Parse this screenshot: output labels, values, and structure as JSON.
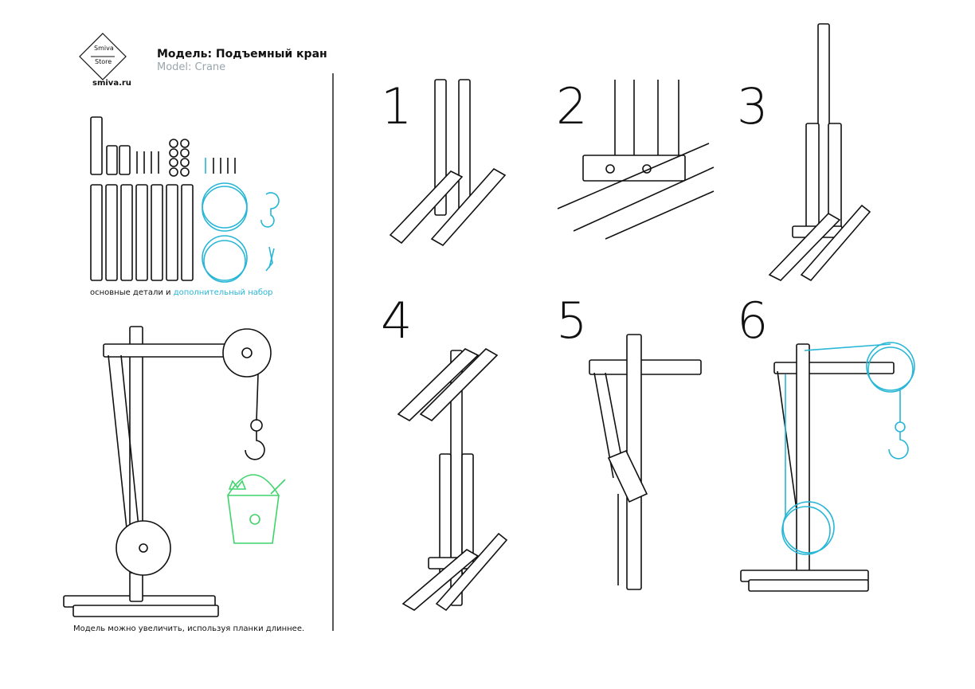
{
  "logo": {
    "top_text": "Smiva",
    "bottom_text": "Store"
  },
  "header": {
    "title": "Модель: Подъемный кран",
    "subtitle": "Model: Crane",
    "site": "smiva.ru"
  },
  "parts_caption": {
    "main": "основные детали",
    "and": " и ",
    "extra": "дополнительный набор"
  },
  "bottom_note": "Модель можно увеличить, используя планки длиннее.",
  "steps": [
    "1",
    "2",
    "3",
    "4",
    "5",
    "6"
  ],
  "colors": {
    "accent_blue": "#27b6d6",
    "accent_green": "#3fd46c",
    "line": "#111111",
    "subtitle_grey": "#9aa6ad"
  }
}
